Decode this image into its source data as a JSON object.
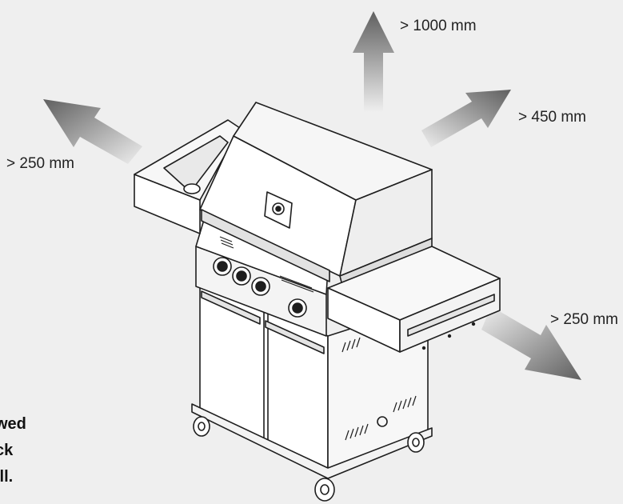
{
  "clearances": {
    "top": "> 1000 mm",
    "back_right": "> 450 mm",
    "left": "> 250 mm",
    "right": "> 250 mm"
  },
  "note_lines": [
    "wed",
    "ck",
    "ill."
  ],
  "colors": {
    "background": "#efefef",
    "arrow_dark": "#5f5f5f",
    "arrow_light": "#d9d9d9",
    "grill_line": "#1e1e1e",
    "grill_fill": "#ffffff",
    "grill_shade": "#e4e4e4"
  },
  "icons": [
    "arrow-up-icon",
    "arrow-up-right-icon",
    "arrow-up-left-icon",
    "arrow-down-right-icon"
  ]
}
